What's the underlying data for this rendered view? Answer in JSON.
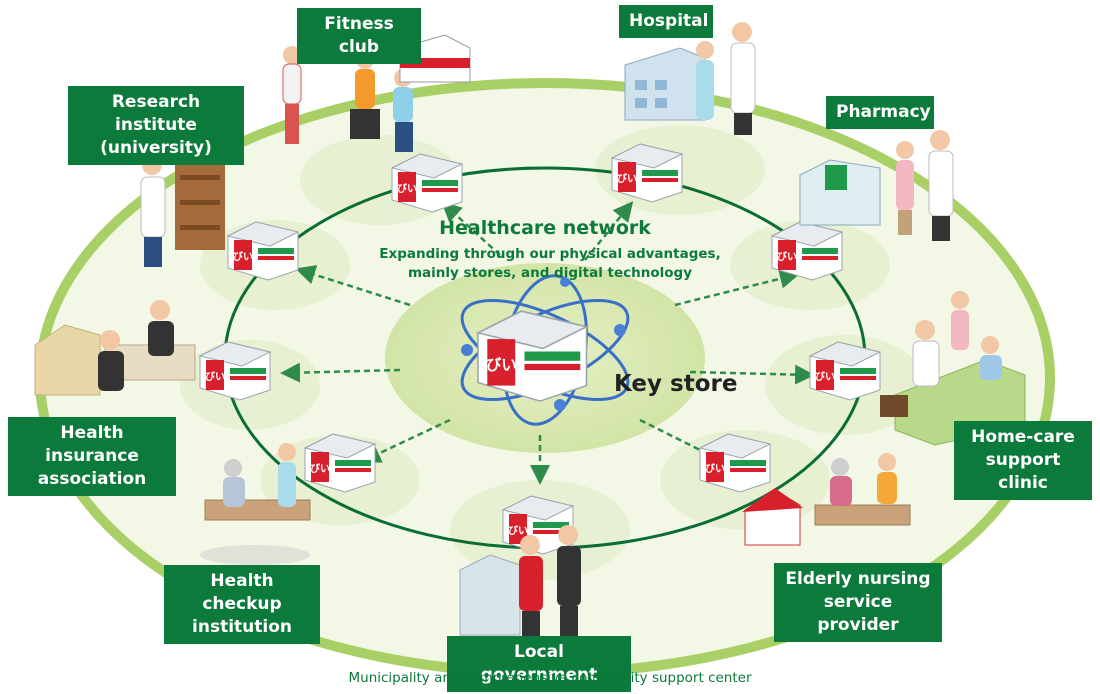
{
  "colors": {
    "brand_green": "#0b7a3b",
    "ring_green": "#9ccc5a",
    "disc_fill": "#edf4dc",
    "store_red": "#d8202c",
    "key_ring_blue": "#3a6fc8"
  },
  "diagram": {
    "network_title": "Healthcare network",
    "network_subtitle_lines": [
      "Expanding through our physical advantages,",
      "mainly stores, and digital technology"
    ],
    "key_store_label": "Key store",
    "footer_note": "Municipality and comprehensive community support center",
    "nodes": [
      {
        "id": "fitness",
        "lines": [
          "Fitness club"
        ]
      },
      {
        "id": "hospital",
        "lines": [
          "Hospital"
        ]
      },
      {
        "id": "research",
        "lines": [
          "Research institute",
          "(university)"
        ]
      },
      {
        "id": "pharmacy",
        "lines": [
          "Pharmacy"
        ]
      },
      {
        "id": "insurance",
        "lines": [
          "Health insurance",
          "association"
        ]
      },
      {
        "id": "homecare",
        "lines": [
          "Home-care",
          "support clinic"
        ]
      },
      {
        "id": "checkup",
        "lines": [
          "Health checkup",
          "institution"
        ]
      },
      {
        "id": "nursing",
        "lines": [
          "Elderly nursing",
          "service provider"
        ]
      },
      {
        "id": "government",
        "lines": [
          "Local government"
        ]
      }
    ],
    "store_logo_text": "びい"
  }
}
